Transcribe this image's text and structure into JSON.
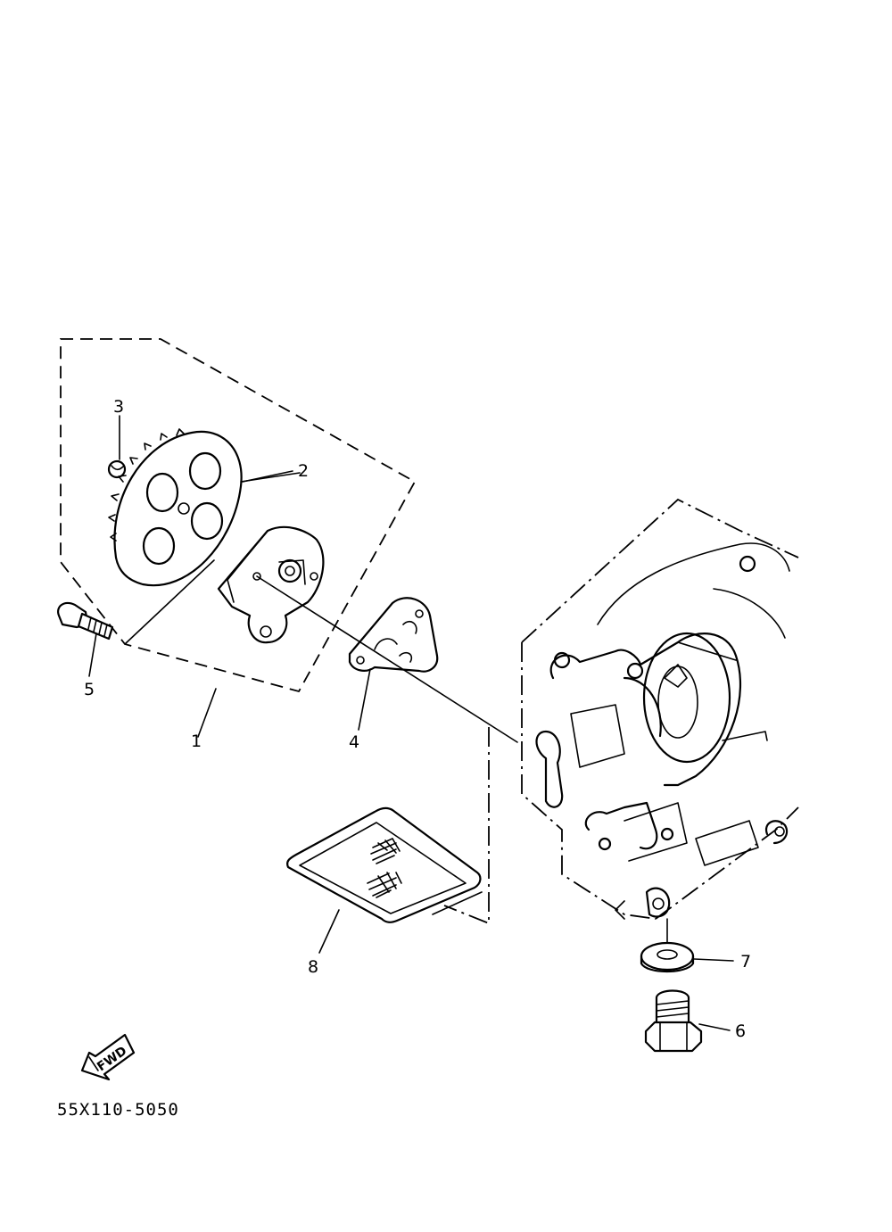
{
  "diagram": {
    "callouts": {
      "c1": "1",
      "c2": "2",
      "c3": "3",
      "c4": "4",
      "c5": "5",
      "c6": "6",
      "c7": "7",
      "c8": "8"
    },
    "fwd_label": "FWD",
    "drawing_code": "55X110-5050"
  }
}
